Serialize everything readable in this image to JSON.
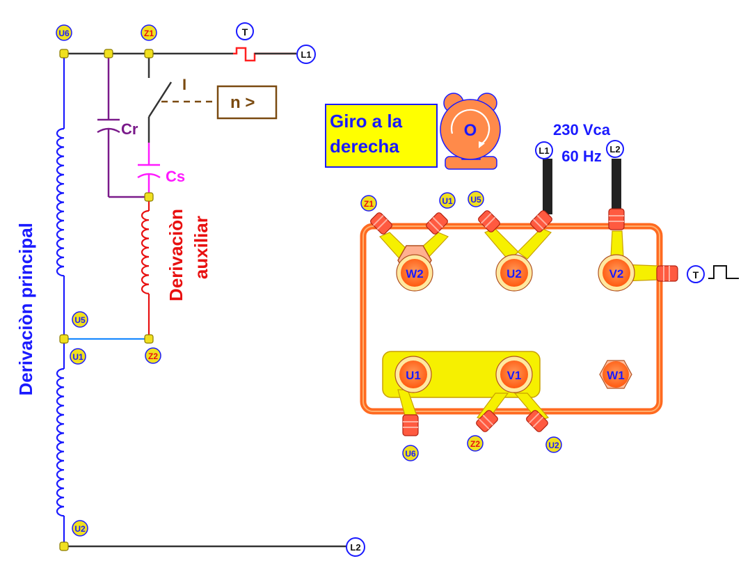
{
  "circuit": {
    "nodes": {
      "u6": "U6",
      "z1": "Z1",
      "t": "T",
      "l1": "L1",
      "u5": "U5",
      "u1": "U1",
      "z2": "Z2",
      "u2": "U2",
      "l2": "L2"
    },
    "switch_label": "I",
    "speed_box": "n >",
    "cap_run": "Cr",
    "cap_start": "Cs",
    "aux_winding": [
      "Derivaciòn",
      "auxiliar"
    ],
    "main_winding": "Derivaciòn principal"
  },
  "rotation": {
    "lines": [
      "Giro a la",
      "derecha"
    ],
    "icon_letter": "O"
  },
  "supply": {
    "voltage": "230 Vca",
    "frequency": "60 Hz",
    "l1": "L1",
    "l2": "L2"
  },
  "terminal_box": {
    "terminals": [
      "W2",
      "U2",
      "V2",
      "U1",
      "V1",
      "W1"
    ],
    "leads": [
      "Z1",
      "U1",
      "U5",
      "U6",
      "Z2",
      "U2"
    ],
    "thermal": "T"
  },
  "colors": {
    "main_winding": "#1a1aff",
    "aux_winding": "#e81010",
    "run_cap": "#7a1a8a",
    "start_cap": "#ff1aff",
    "wire": "#333333",
    "node": "#f0e020",
    "box_border": "#ff6a20",
    "terminal": "#ff7a3a",
    "label_blue": "#1010e0"
  }
}
